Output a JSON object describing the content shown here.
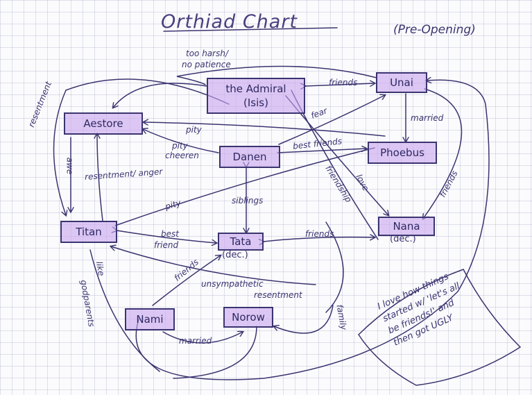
{
  "title": "Orthiad Chart",
  "subtitle": "(Pre-Opening)",
  "nodes": {
    "admiral": {
      "name": "the Admiral",
      "sub": "(Isis)"
    },
    "unai": {
      "name": "Unai"
    },
    "aestore": {
      "name": "Aestore"
    },
    "danen": {
      "name": "Danen"
    },
    "phoebus": {
      "name": "Phoebus"
    },
    "titan": {
      "name": "Titan"
    },
    "tata": {
      "name": "Tata",
      "sub": "(dec.)"
    },
    "nana": {
      "name": "Nana",
      "sub": "(dec.)"
    },
    "nami": {
      "name": "Nami"
    },
    "norow": {
      "name": "Norow"
    }
  },
  "edge_labels": {
    "too_harsh_1": "too harsh/",
    "too_harsh_2": "no patience",
    "friends_admiral_unai": "friends",
    "resentment": "resentment",
    "fear": "fear",
    "married_unai_phoebus": "married",
    "pity_aestore": "pity",
    "pity_cheeren_1": "pity",
    "pity_cheeren_2": "cheeren",
    "best_friends_danen_phoebus": "best friends",
    "awe": "awe",
    "resentment_anger": "resentment/ anger",
    "friends_unai_nana": "friends",
    "love": "love",
    "friendship": "friendship",
    "pity_titan": "pity",
    "siblings": "siblings",
    "best_friend_1": "best",
    "best_friend_2": "friend",
    "friends_tata_nana": "friends",
    "friends_nami_tata": "friends",
    "unsympathetic_1": "unsympathetic",
    "unsympathetic_2": "resentment",
    "like_godparents_1": "like",
    "like_godparents_2": "godparents",
    "married_nami_norow": "married",
    "family": "family"
  },
  "note": {
    "line1": "I love how things",
    "line2": "started w/ 'let's all",
    "line3": "be friends!' and",
    "line4": "then got UGLY"
  },
  "colors": {
    "ink": "#3b3470",
    "highlight": "#c8a5ee"
  }
}
